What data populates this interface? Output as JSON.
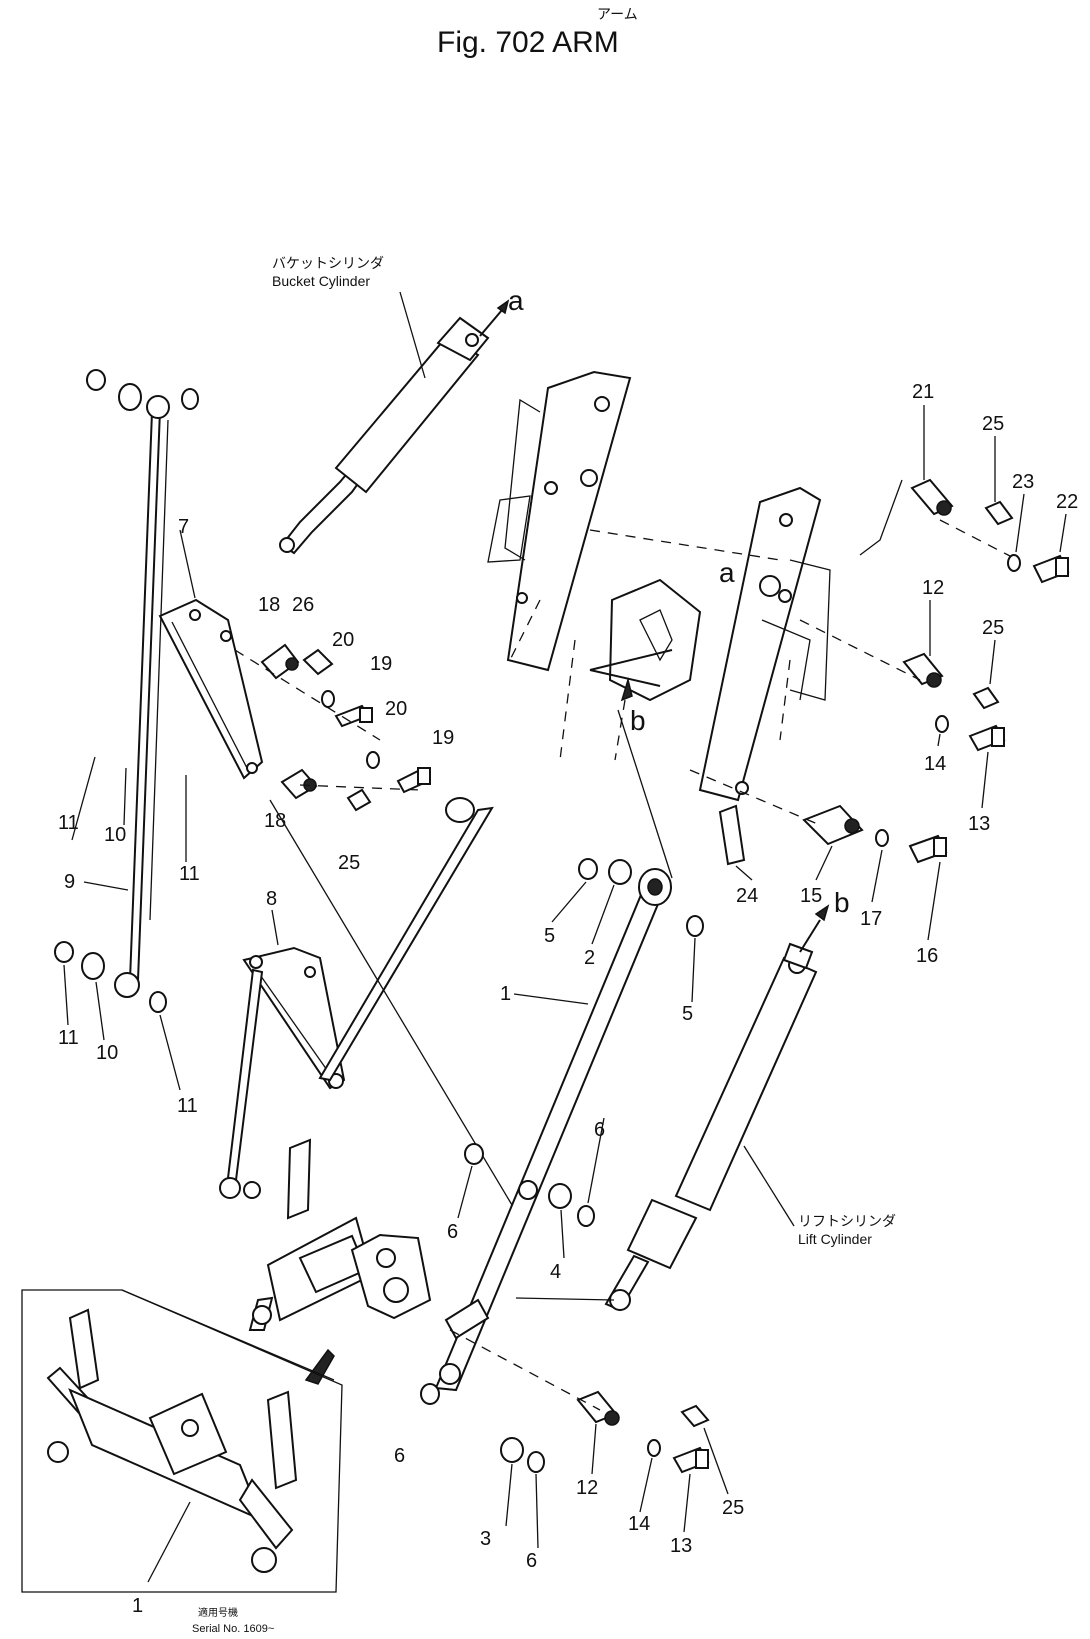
{
  "figure": {
    "title_jp": "アーム",
    "title": "Fig. 702   ARM"
  },
  "callouts": {
    "bucket_cylinder_jp": "バケットシリンダ",
    "bucket_cylinder": "Bucket Cylinder",
    "lift_cylinder_jp": "リフトシリンダ",
    "lift_cylinder": "Lift Cylinder",
    "serial_jp": "適用号機",
    "serial": "Serial No. 1609~"
  },
  "refs": {
    "a1": "a",
    "a2": "a",
    "b1": "b",
    "b2": "b"
  },
  "parts": {
    "p1_main": "1",
    "p1_inset": "1",
    "p2": "2",
    "p3": "3",
    "p4": "4",
    "p5_a": "5",
    "p5_b": "5",
    "p6_a": "6",
    "p6_b": "6",
    "p6_c": "6",
    "p6_d": "6",
    "p7": "7",
    "p8": "8",
    "p9": "9",
    "p10_a": "10",
    "p10_b": "10",
    "p11_a": "11",
    "p11_b": "11",
    "p11_c": "11",
    "p11_d": "11",
    "p12_a": "12",
    "p12_b": "12",
    "p13_a": "13",
    "p13_b": "13",
    "p14_a": "14",
    "p14_b": "14",
    "p15": "15",
    "p16": "16",
    "p17": "17",
    "p18_a": "18",
    "p18_b": "18",
    "p19_a": "19",
    "p19_b": "19",
    "p20_a": "20",
    "p20_b": "20",
    "p21": "21",
    "p22": "22",
    "p23": "23",
    "p24": "24",
    "p25_a": "25",
    "p25_b": "25",
    "p25_c": "25",
    "p25_d": "25",
    "p26": "26"
  }
}
